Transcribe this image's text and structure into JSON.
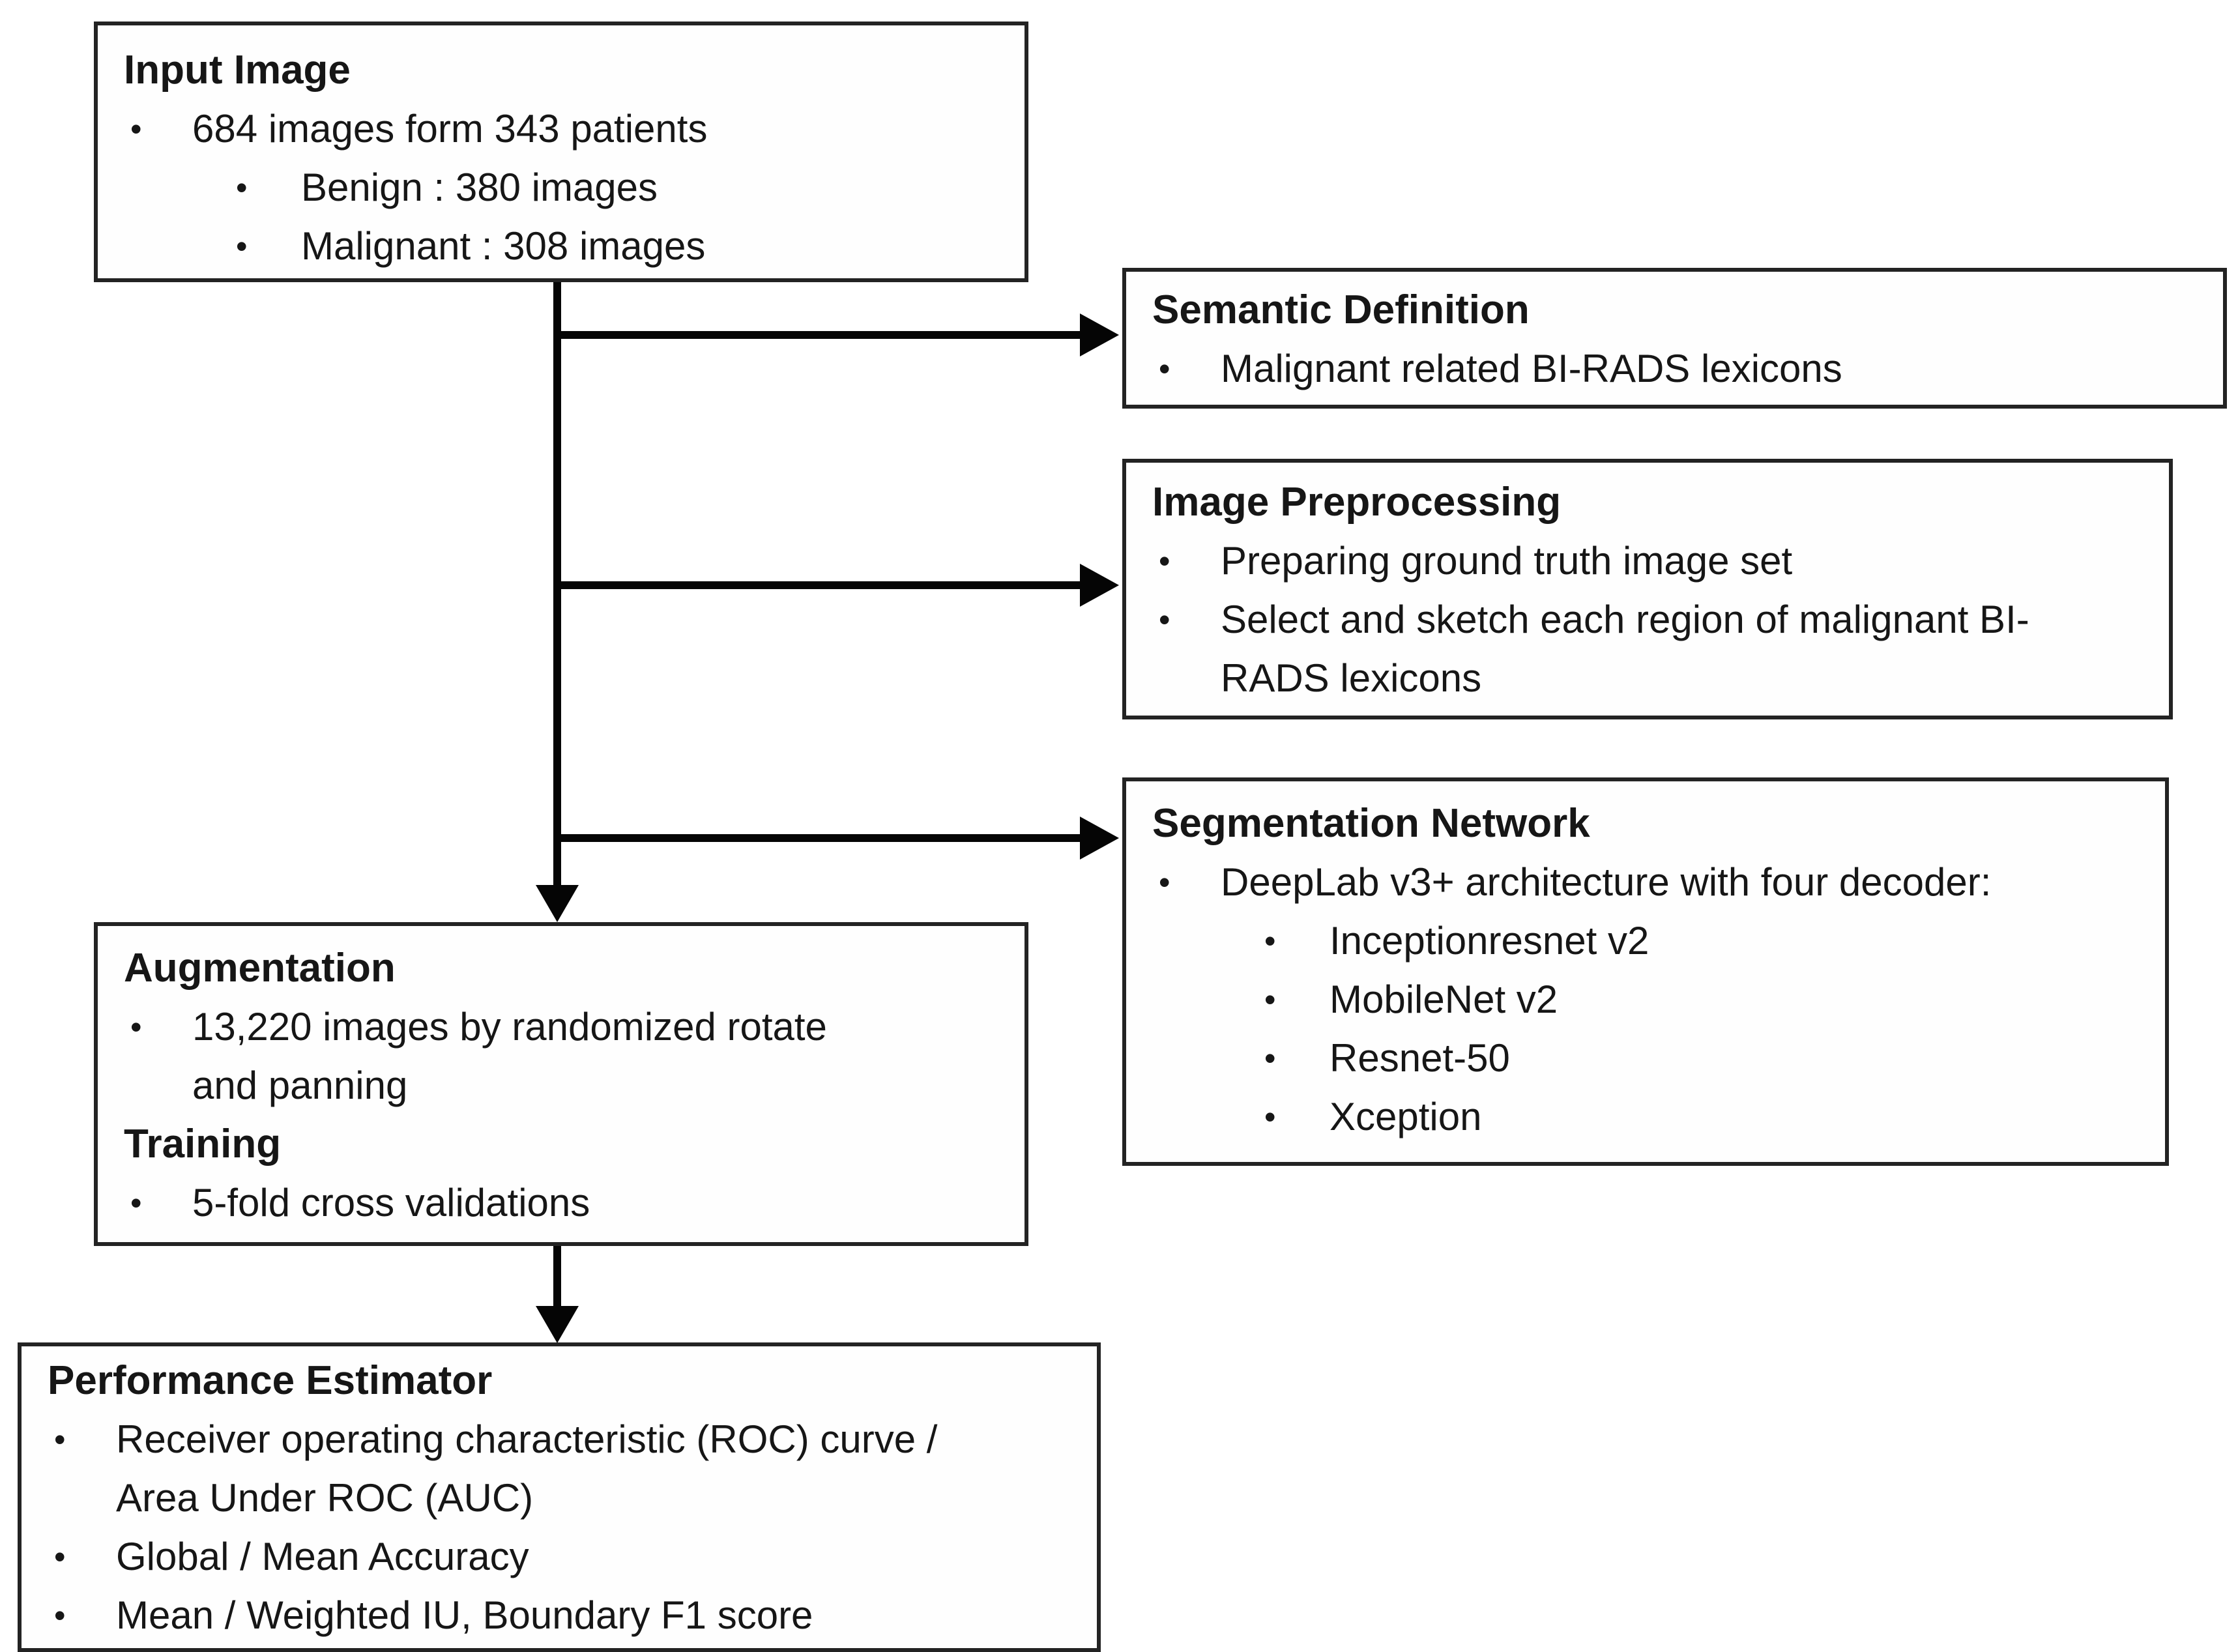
{
  "glyphs": {
    "bullet": "•"
  },
  "colors": {
    "arrow": "#050505",
    "box_border": "#232323",
    "text": "#161616",
    "background": "#ffffff"
  },
  "boxes": [
    {
      "name": "input-image",
      "title": "Input Image",
      "lines": [
        {
          "text": "684 images form 343 patients"
        },
        {
          "text": "Benign : 380 images"
        },
        {
          "text": "Malignant : 308 images"
        }
      ]
    },
    {
      "name": "semantic-definition",
      "title": "Semantic Definition",
      "lines": [
        {
          "text": "Malignant related BI-RADS lexicons"
        }
      ]
    },
    {
      "name": "image-preprocessing",
      "title": "Image Preprocessing",
      "lines": [
        {
          "text": "Preparing ground truth image set"
        },
        {
          "text": "Select and sketch each region of malignant BI-"
        },
        {
          "text": "RADS lexicons"
        }
      ]
    },
    {
      "name": "segmentation-network",
      "title": "Segmentation Network",
      "lines": [
        {
          "text": "DeepLab v3+ architecture with four decoder:"
        },
        {
          "text": "Inceptionresnet v2"
        },
        {
          "text": "MobileNet v2"
        },
        {
          "text": "Resnet-50"
        },
        {
          "text": "Xception"
        }
      ]
    },
    {
      "name": "augmentation-training",
      "title": "Augmentation",
      "title2": "Training",
      "lines": [
        {
          "text": "13,220 images by randomized rotate"
        },
        {
          "text": "and panning"
        },
        {
          "text": "5-fold cross validations"
        }
      ]
    },
    {
      "name": "performance-estimator",
      "title": "Performance Estimator",
      "lines": [
        {
          "text": "Receiver operating characteristic (ROC) curve /"
        },
        {
          "text": "Area Under ROC (AUC)"
        },
        {
          "text": "Global / Mean Accuracy"
        },
        {
          "text": "Mean / Weighted IU, Boundary F1 score"
        }
      ]
    }
  ]
}
